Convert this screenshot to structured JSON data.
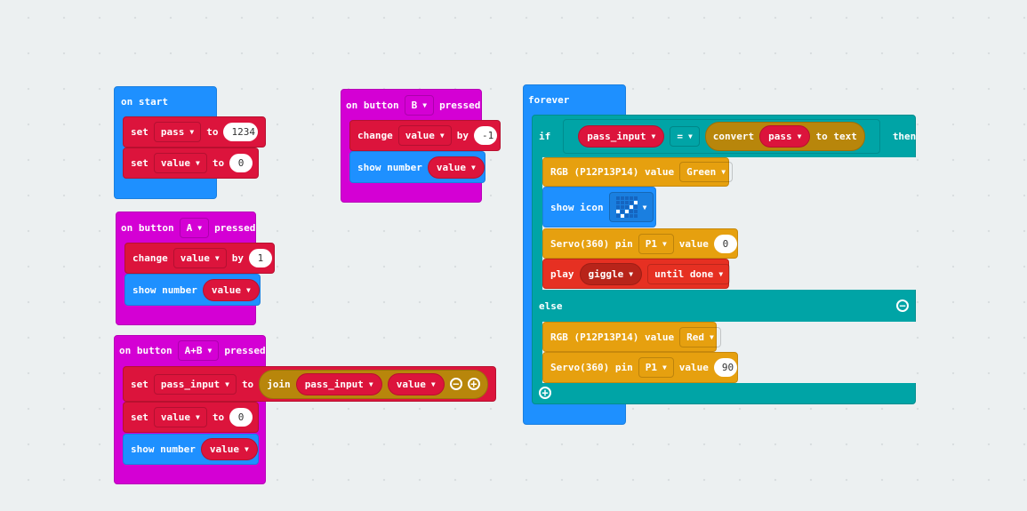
{
  "on_start": {
    "label": "on start",
    "set1": {
      "kw": "set",
      "var": "pass",
      "to": "to",
      "val": "1234"
    },
    "set2": {
      "kw": "set",
      "var": "value",
      "to": "to",
      "val": "0"
    }
  },
  "button_a": {
    "on": "on button",
    "btn": "A",
    "pressed": "pressed",
    "change": "change",
    "var": "value",
    "by": "by",
    "val": "1",
    "show": "show number",
    "show_var": "value"
  },
  "button_b": {
    "on": "on button",
    "btn": "B",
    "pressed": "pressed",
    "change": "change",
    "var": "value",
    "by": "by",
    "val": "-1",
    "show": "show number",
    "show_var": "value"
  },
  "button_ab": {
    "on": "on button",
    "btn": "A+B",
    "pressed": "pressed",
    "set": "set",
    "var": "pass_input",
    "to": "to",
    "join": "join",
    "join1": "pass_input",
    "join2": "value",
    "set2": {
      "kw": "set",
      "var": "value",
      "to": "to",
      "val": "0"
    },
    "show": "show number",
    "show_var": "value"
  },
  "forever": {
    "label": "forever",
    "if": "if",
    "lhs": "pass_input",
    "op": "=",
    "convert": "convert",
    "conv_var": "pass",
    "to_text": "to text",
    "then": "then",
    "rgb1": {
      "label": "RGB (P12P13P14) value",
      "color": "Green"
    },
    "show_icon": "show icon",
    "servo1": {
      "label": "Servo(360) pin",
      "pin": "P1",
      "value": "value",
      "val": "0"
    },
    "play": {
      "label": "play",
      "sound": "giggle",
      "mode": "until done"
    },
    "else": "else",
    "rgb2": {
      "label": "RGB (P12P13P14) value",
      "color": "Red"
    },
    "servo2": {
      "label": "Servo(360) pin",
      "pin": "P1",
      "value": "value",
      "val": "90"
    }
  },
  "colors": {
    "events": "#d400d4",
    "basic": "#1e90ff",
    "variables": "#dc143c",
    "logic": "#00a4a6",
    "extension": "#e6a00f",
    "music": "#e63022"
  }
}
